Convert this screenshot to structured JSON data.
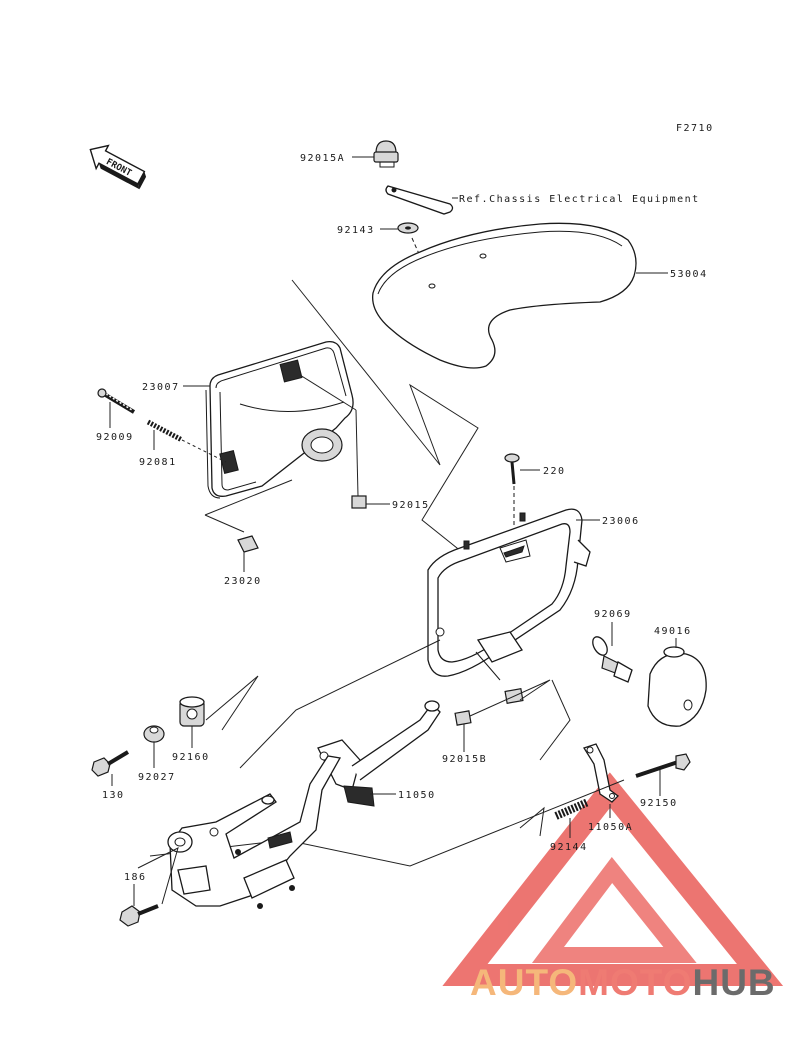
{
  "figure_code": "F2710",
  "front_label": "FRONT",
  "reference_note": "Ref.Chassis Electrical Equipment",
  "labels": {
    "p92015A": "92015A",
    "p92143": "92143",
    "p53004": "53004",
    "p23007": "23007",
    "p92009": "92009",
    "p92081": "92081",
    "p92015": "92015",
    "p23020": "23020",
    "p220": "220",
    "p23006": "23006",
    "p92069": "92069",
    "p49016": "49016",
    "p92160": "92160",
    "p92027": "92027",
    "p130": "130",
    "p11050": "11050",
    "p92015B": "92015B",
    "p92150": "92150",
    "p11050A": "11050A",
    "p92144": "92144",
    "p186": "186"
  },
  "watermark": {
    "part1": "AUTO",
    "part2": "MOTO",
    "part3": "HUB",
    "color1": "#f5b77a",
    "color2": "#ef7b73",
    "color3": "#6b6b6b",
    "triangle_color": "#e8534e"
  }
}
